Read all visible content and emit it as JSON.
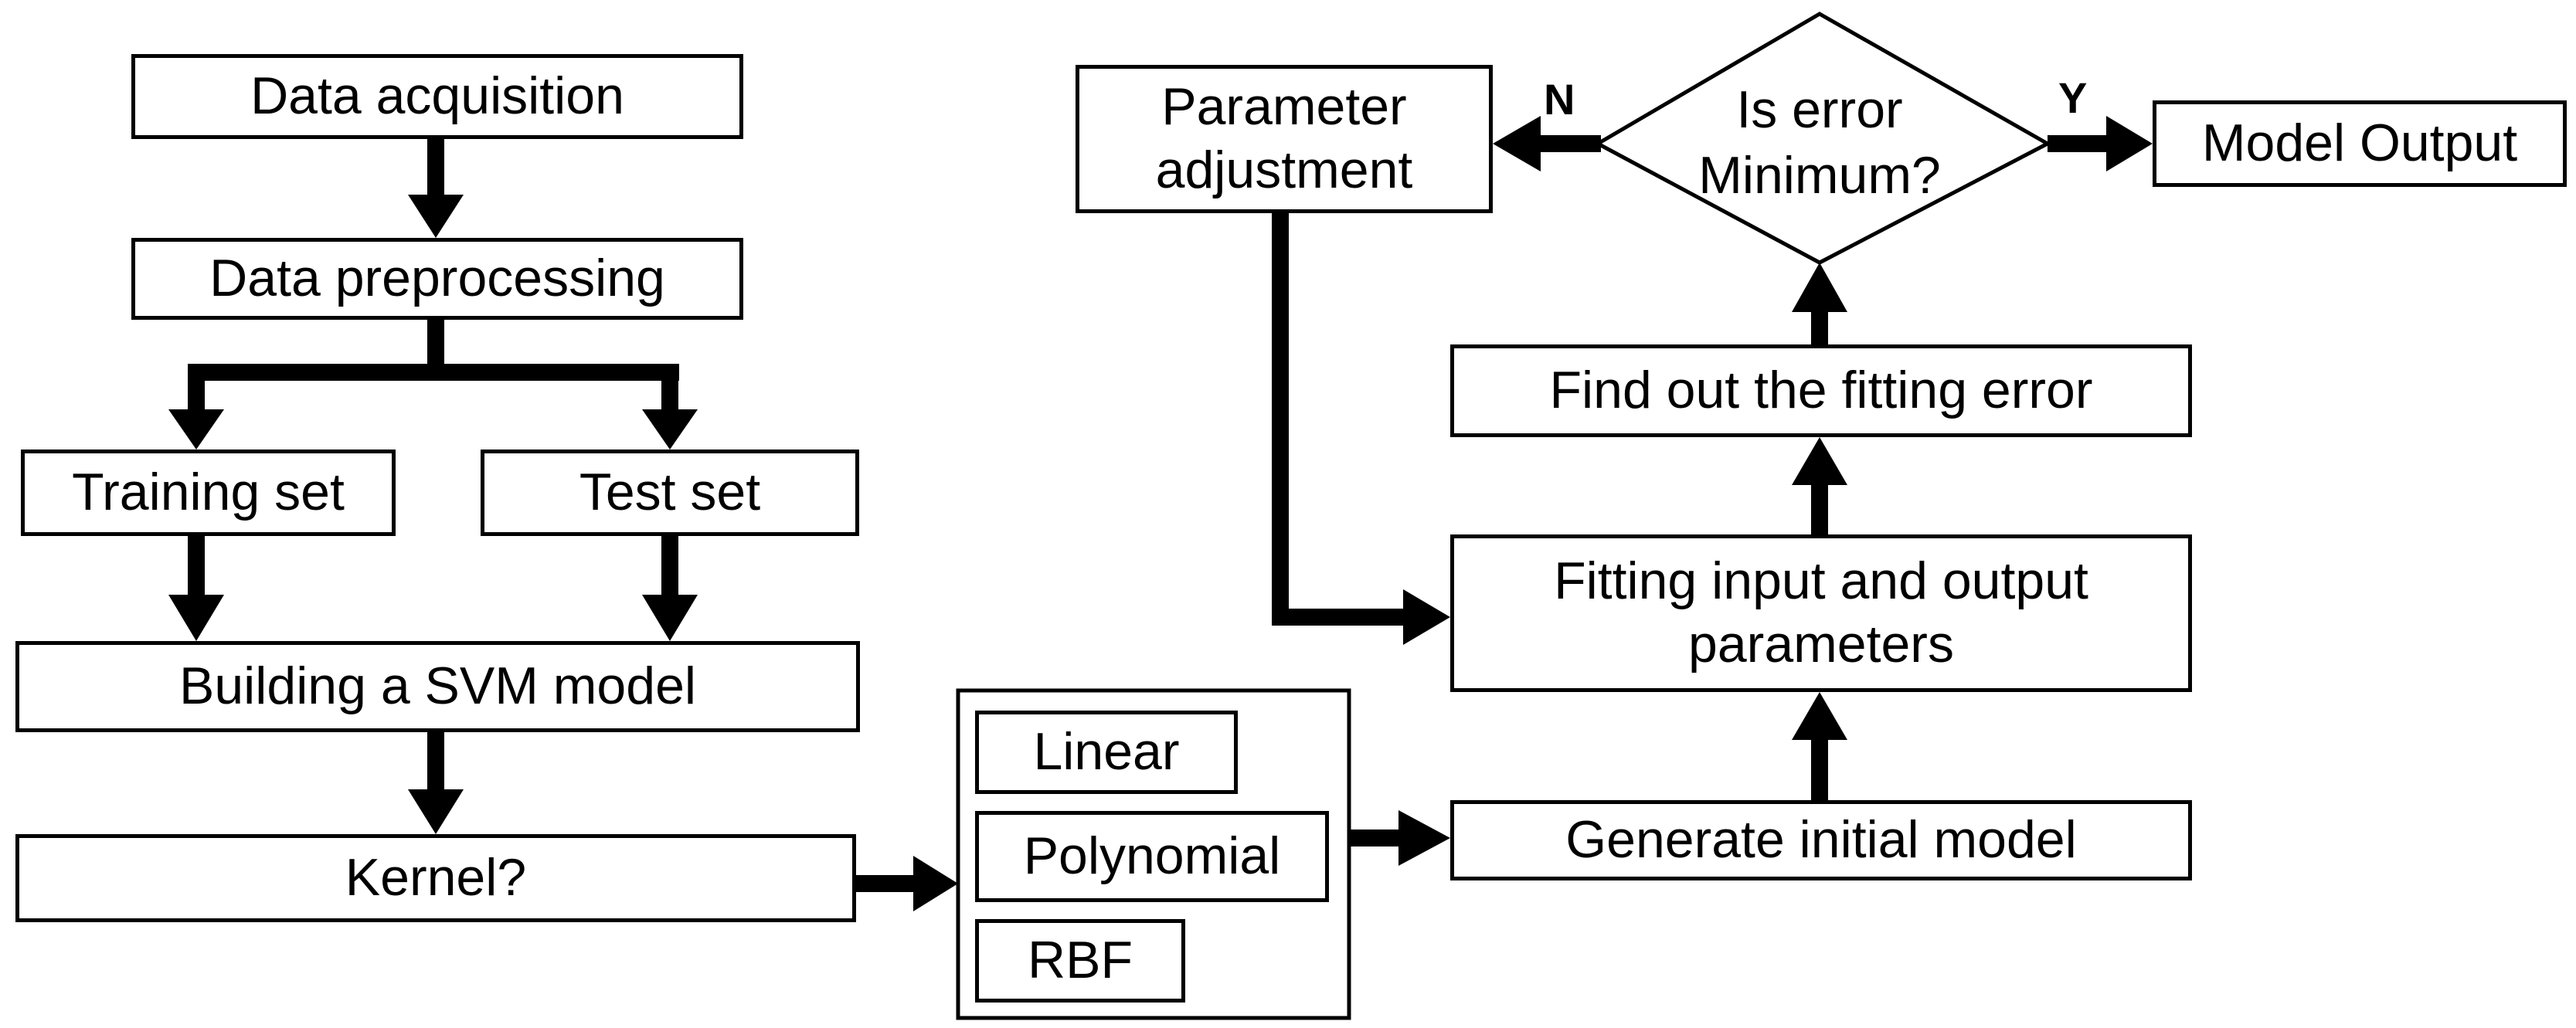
{
  "nodes": {
    "data_acquisition": "Data acquisition",
    "data_preprocessing": "Data preprocessing",
    "training_set": "Training set",
    "test_set": "Test set",
    "building_svm": "Building a SVM model",
    "kernel": "Kernel?",
    "linear": "Linear",
    "polynomial": "Polynomial",
    "rbf": "RBF",
    "generate_initial": "Generate initial model",
    "fitting_params": "Fitting input and output\nparameters",
    "find_error": "Find out the fitting error",
    "decision": "Is error\nMinimum?",
    "param_adjust": "Parameter\nadjustment",
    "model_output": "Model Output"
  },
  "branch_labels": {
    "no": "N",
    "yes": "Y"
  }
}
